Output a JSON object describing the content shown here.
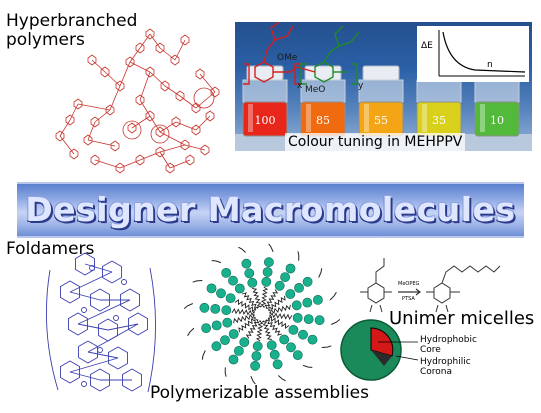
{
  "hyperbranched": {
    "title_line1": "Hyperbranched",
    "title_line2": "polymers"
  },
  "colour_tuning": {
    "caption": "Colour tuning in MEHPPV",
    "vials": [
      {
        "label": "100",
        "color": "#e8261a"
      },
      {
        "label": "85",
        "color": "#f06a10"
      },
      {
        "label": "55",
        "color": "#f3a515"
      },
      {
        "label": "35",
        "color": "#d9d01c"
      },
      {
        "label": "10",
        "color": "#52b93a"
      }
    ],
    "inset_labels": {
      "energy": "ΔE",
      "axis": "n"
    },
    "structure_labels": {
      "ome": "OMe",
      "meo": "MeO",
      "x": "x",
      "y": "y"
    }
  },
  "banner": {
    "text": "Designer Macromolecules"
  },
  "foldamers": {
    "title": "Foldamers"
  },
  "polymerizable": {
    "title": "Polymerizable assemblies"
  },
  "unimer": {
    "title": "Unimer micelles",
    "core_label_line1": "Hydrophobic",
    "core_label_line2": "Core",
    "corona_label_line1": "Hydrophilic",
    "corona_label_line2": "Corona",
    "reagent_line1": "MeOPEG",
    "reagent_line2": "PTSA"
  },
  "colors": {
    "banner_text": "#dfe6ff",
    "hyper_structure": "#c8322a",
    "foldamer_structure": "#3a3fb0",
    "bead": "#19b08d"
  }
}
